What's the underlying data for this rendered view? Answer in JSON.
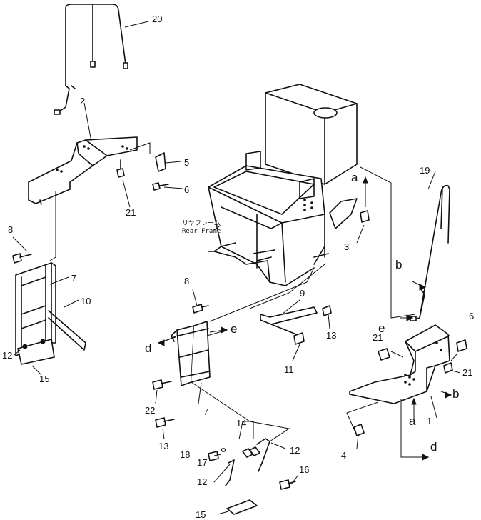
{
  "parts": {
    "p1": "1",
    "p2": "2",
    "p3": "3",
    "p4": "4",
    "p5": "5",
    "p6a": "6",
    "p6b": "6",
    "p7a": "7",
    "p7b": "7",
    "p8a": "8",
    "p8b": "8",
    "p9": "9",
    "p10": "10",
    "p11": "11",
    "p12a": "12",
    "p12b": "12",
    "p12c": "12",
    "p13a": "13",
    "p13b": "13",
    "p14": "14",
    "p15a": "15",
    "p15b": "15",
    "p16": "16",
    "p17": "17",
    "p18": "18",
    "p19": "19",
    "p20": "20",
    "p21a": "21",
    "p21b": "21",
    "p21c": "21",
    "p22": "22"
  },
  "refs": {
    "a_top": "a",
    "a_bottom": "a",
    "b_top": "b",
    "b_bottom": "b",
    "d_left": "d",
    "d_bottom": "d",
    "e_mid": "e",
    "e_right": "e"
  },
  "frame_label": {
    "japanese": "リヤフレーム",
    "english": "Rear Frame"
  }
}
